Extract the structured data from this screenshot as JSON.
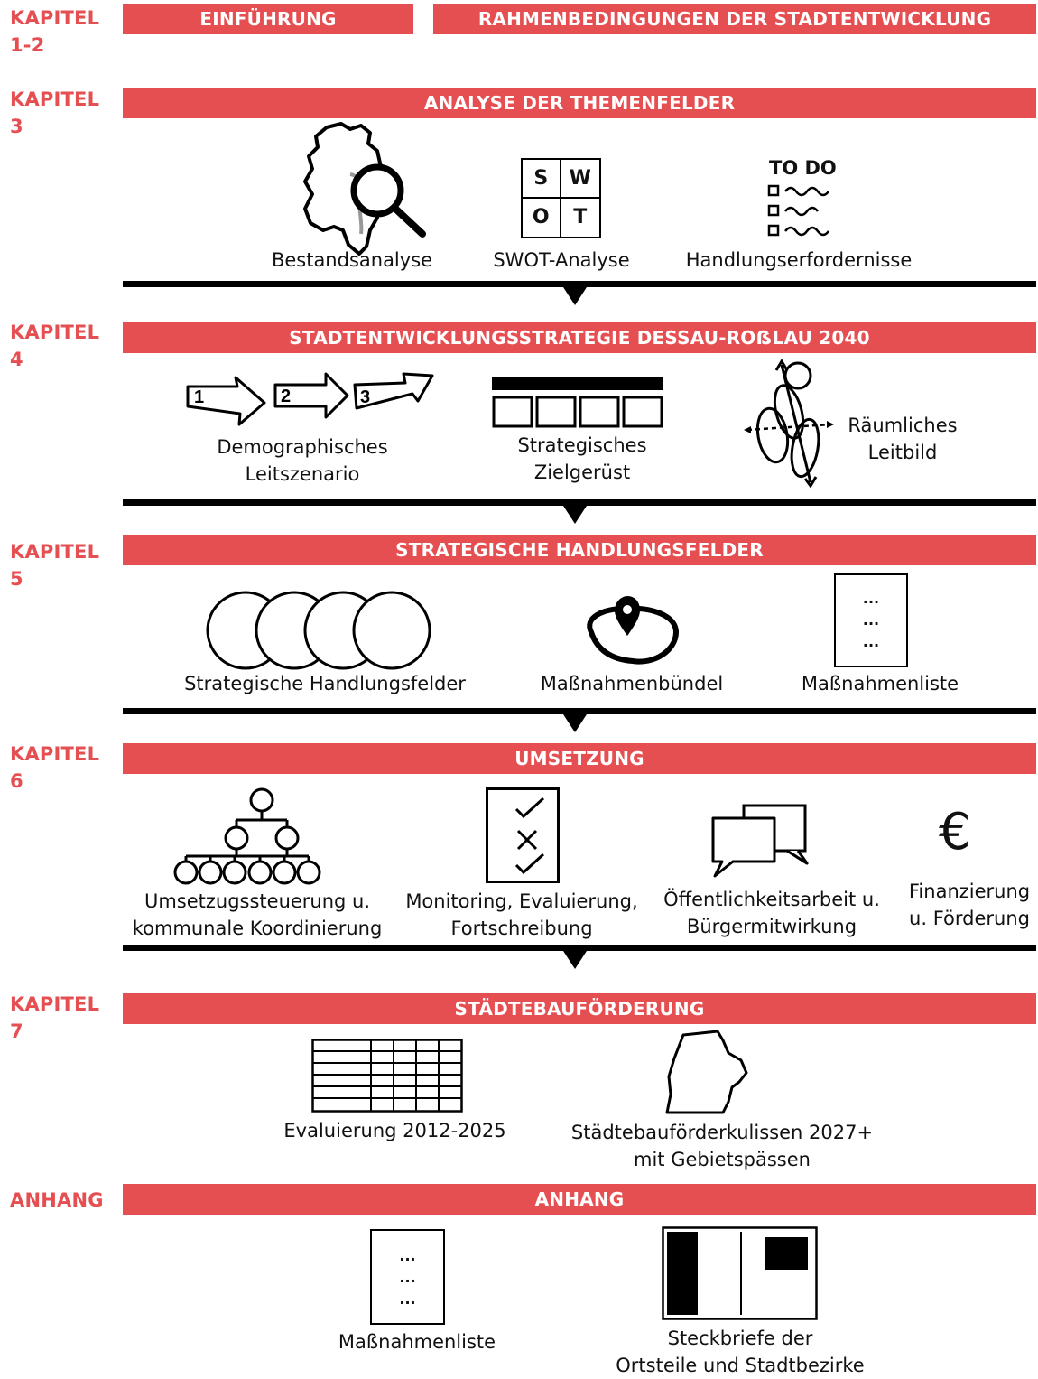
{
  "kapitel_1_2": {
    "label_line1": "KAPITEL",
    "label_line2": "1-2",
    "bar_left": "EINFÜHRUNG",
    "bar_right": "RAHMENBEDINGUNGEN DER STADTENTWICKLUNG"
  },
  "kapitel_3": {
    "label_line1": "KAPITEL",
    "label_line2": "3",
    "bar": "ANALYSE DER THEMENFELDER",
    "swot": {
      "s": "S",
      "w": "W",
      "o": "O",
      "t": "T"
    },
    "todo_title": "TO DO",
    "items": [
      "Bestandsanalyse",
      "SWOT-Analyse",
      "Handlungserfordernisse"
    ]
  },
  "kapitel_4": {
    "label_line1": "KAPITEL",
    "label_line2": "4",
    "bar": "STADTENTWICKLUNGSSTRATEGIE DESSAU-ROẞLAU 2040",
    "arrow_numbers": [
      "1",
      "2",
      "3"
    ],
    "items": [
      {
        "line1": "Demographisches",
        "line2": "Leitszenario"
      },
      {
        "line1": "Strategisches",
        "line2": "Zielgerüst"
      },
      {
        "line1": "Räumliches",
        "line2": "Leitbild"
      }
    ]
  },
  "kapitel_5": {
    "label_line1": "KAPITEL",
    "label_line2": "5",
    "bar": "STRATEGISCHE HANDLUNGSFELDER",
    "list_dots": "...",
    "items": [
      "Strategische Handlungsfelder",
      "Maßnahmenbündel",
      "Maßnahmenliste"
    ]
  },
  "kapitel_6": {
    "label_line1": "KAPITEL",
    "label_line2": "6",
    "bar": "UMSETZUNG",
    "euro_symbol": "€",
    "items": [
      {
        "line1": "Umsetzugssteuerung u.",
        "line2": "kommunale Koordinierung"
      },
      {
        "line1": "Monitoring, Evaluierung,",
        "line2": "Fortschreibung"
      },
      {
        "line1": "Öffentlichkeitsarbeit u.",
        "line2": "Bürgermitwirkung"
      },
      {
        "line1": "Finanzierung",
        "line2": "u. Förderung"
      }
    ]
  },
  "kapitel_7": {
    "label_line1": "KAPITEL",
    "label_line2": "7",
    "bar": "STÄDTEBAUFÖRDERUNG",
    "items": [
      {
        "line1": "Evaluierung 2012-2025"
      },
      {
        "line1": "Städtebauförderkulissen 2027+",
        "line2": "mit Gebietspässen"
      }
    ]
  },
  "anhang": {
    "label": "ANHANG",
    "bar": "ANHANG",
    "list_dots": "...",
    "items": [
      {
        "line1": "Maßnahmenliste"
      },
      {
        "line1": "Steckbriefe der",
        "line2": "Ortsteile und Stadtbezirke"
      }
    ]
  },
  "colors": {
    "accent": "#e64f52",
    "ink": "#000000",
    "background": "#ffffff"
  },
  "icons": [
    "city-outline-magnifier-icon",
    "swot-grid-icon",
    "todo-list-icon",
    "numbered-arrows-icon",
    "goal-framework-icon",
    "spatial-model-icon",
    "four-circles-icon",
    "map-pin-area-icon",
    "list-document-icon",
    "org-chart-icon",
    "checklist-icon",
    "speech-bubbles-icon",
    "euro-icon",
    "table-grid-icon",
    "district-outline-icon",
    "profile-sheet-icon"
  ]
}
